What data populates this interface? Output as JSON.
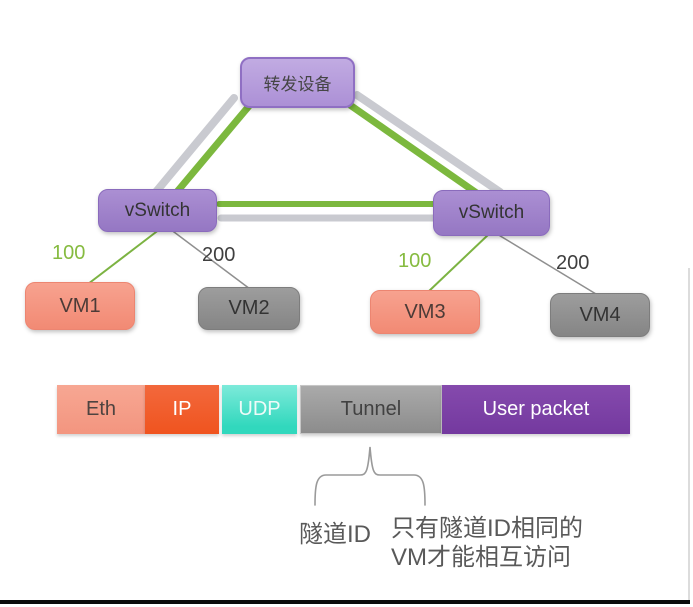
{
  "colors": {
    "green_link": "#7cb83e",
    "gray_link": "#c9cad0",
    "thin_green_link": "#7cb342",
    "thin_gray_link": "#8f8f8f",
    "forwarder_fill": "#b49bd8",
    "vswitch_fill": "#9e81cb",
    "vm_salmon_fill": "#f4907e",
    "vm_gray_fill": "#8c8c8c",
    "eth_bg": "#f59b85",
    "ip_bg": "#f15b2d",
    "udp_bg": "#3fdcc2",
    "tunnel_bg": "#949494",
    "user_packet_bg": "#7b3fa5",
    "label_green": "#86bb40",
    "label_dark": "#3f3f3f",
    "annotation_gray": "#595959"
  },
  "diagram": {
    "nodes": {
      "forwarder": {
        "label": "转发设备"
      },
      "vswitch_left": {
        "label": "vSwitch"
      },
      "vswitch_right": {
        "label": "vSwitch"
      },
      "vm1": {
        "label": "VM1"
      },
      "vm2": {
        "label": "VM2"
      },
      "vm3": {
        "label": "VM3"
      },
      "vm4": {
        "label": "VM4"
      }
    },
    "link_labels": {
      "vm1": "100",
      "vm2": "200",
      "vm3": "100",
      "vm4": "200"
    }
  },
  "packet": {
    "segments": [
      {
        "label": "Eth"
      },
      {
        "label": "IP"
      },
      {
        "label": "UDP"
      },
      {
        "label": "Tunnel"
      },
      {
        "label": "User packet"
      }
    ]
  },
  "annotation": {
    "tunnel_id": "隧道ID",
    "note_line1": "只有隧道ID相同的",
    "note_line2": "VM才能相互访问"
  }
}
